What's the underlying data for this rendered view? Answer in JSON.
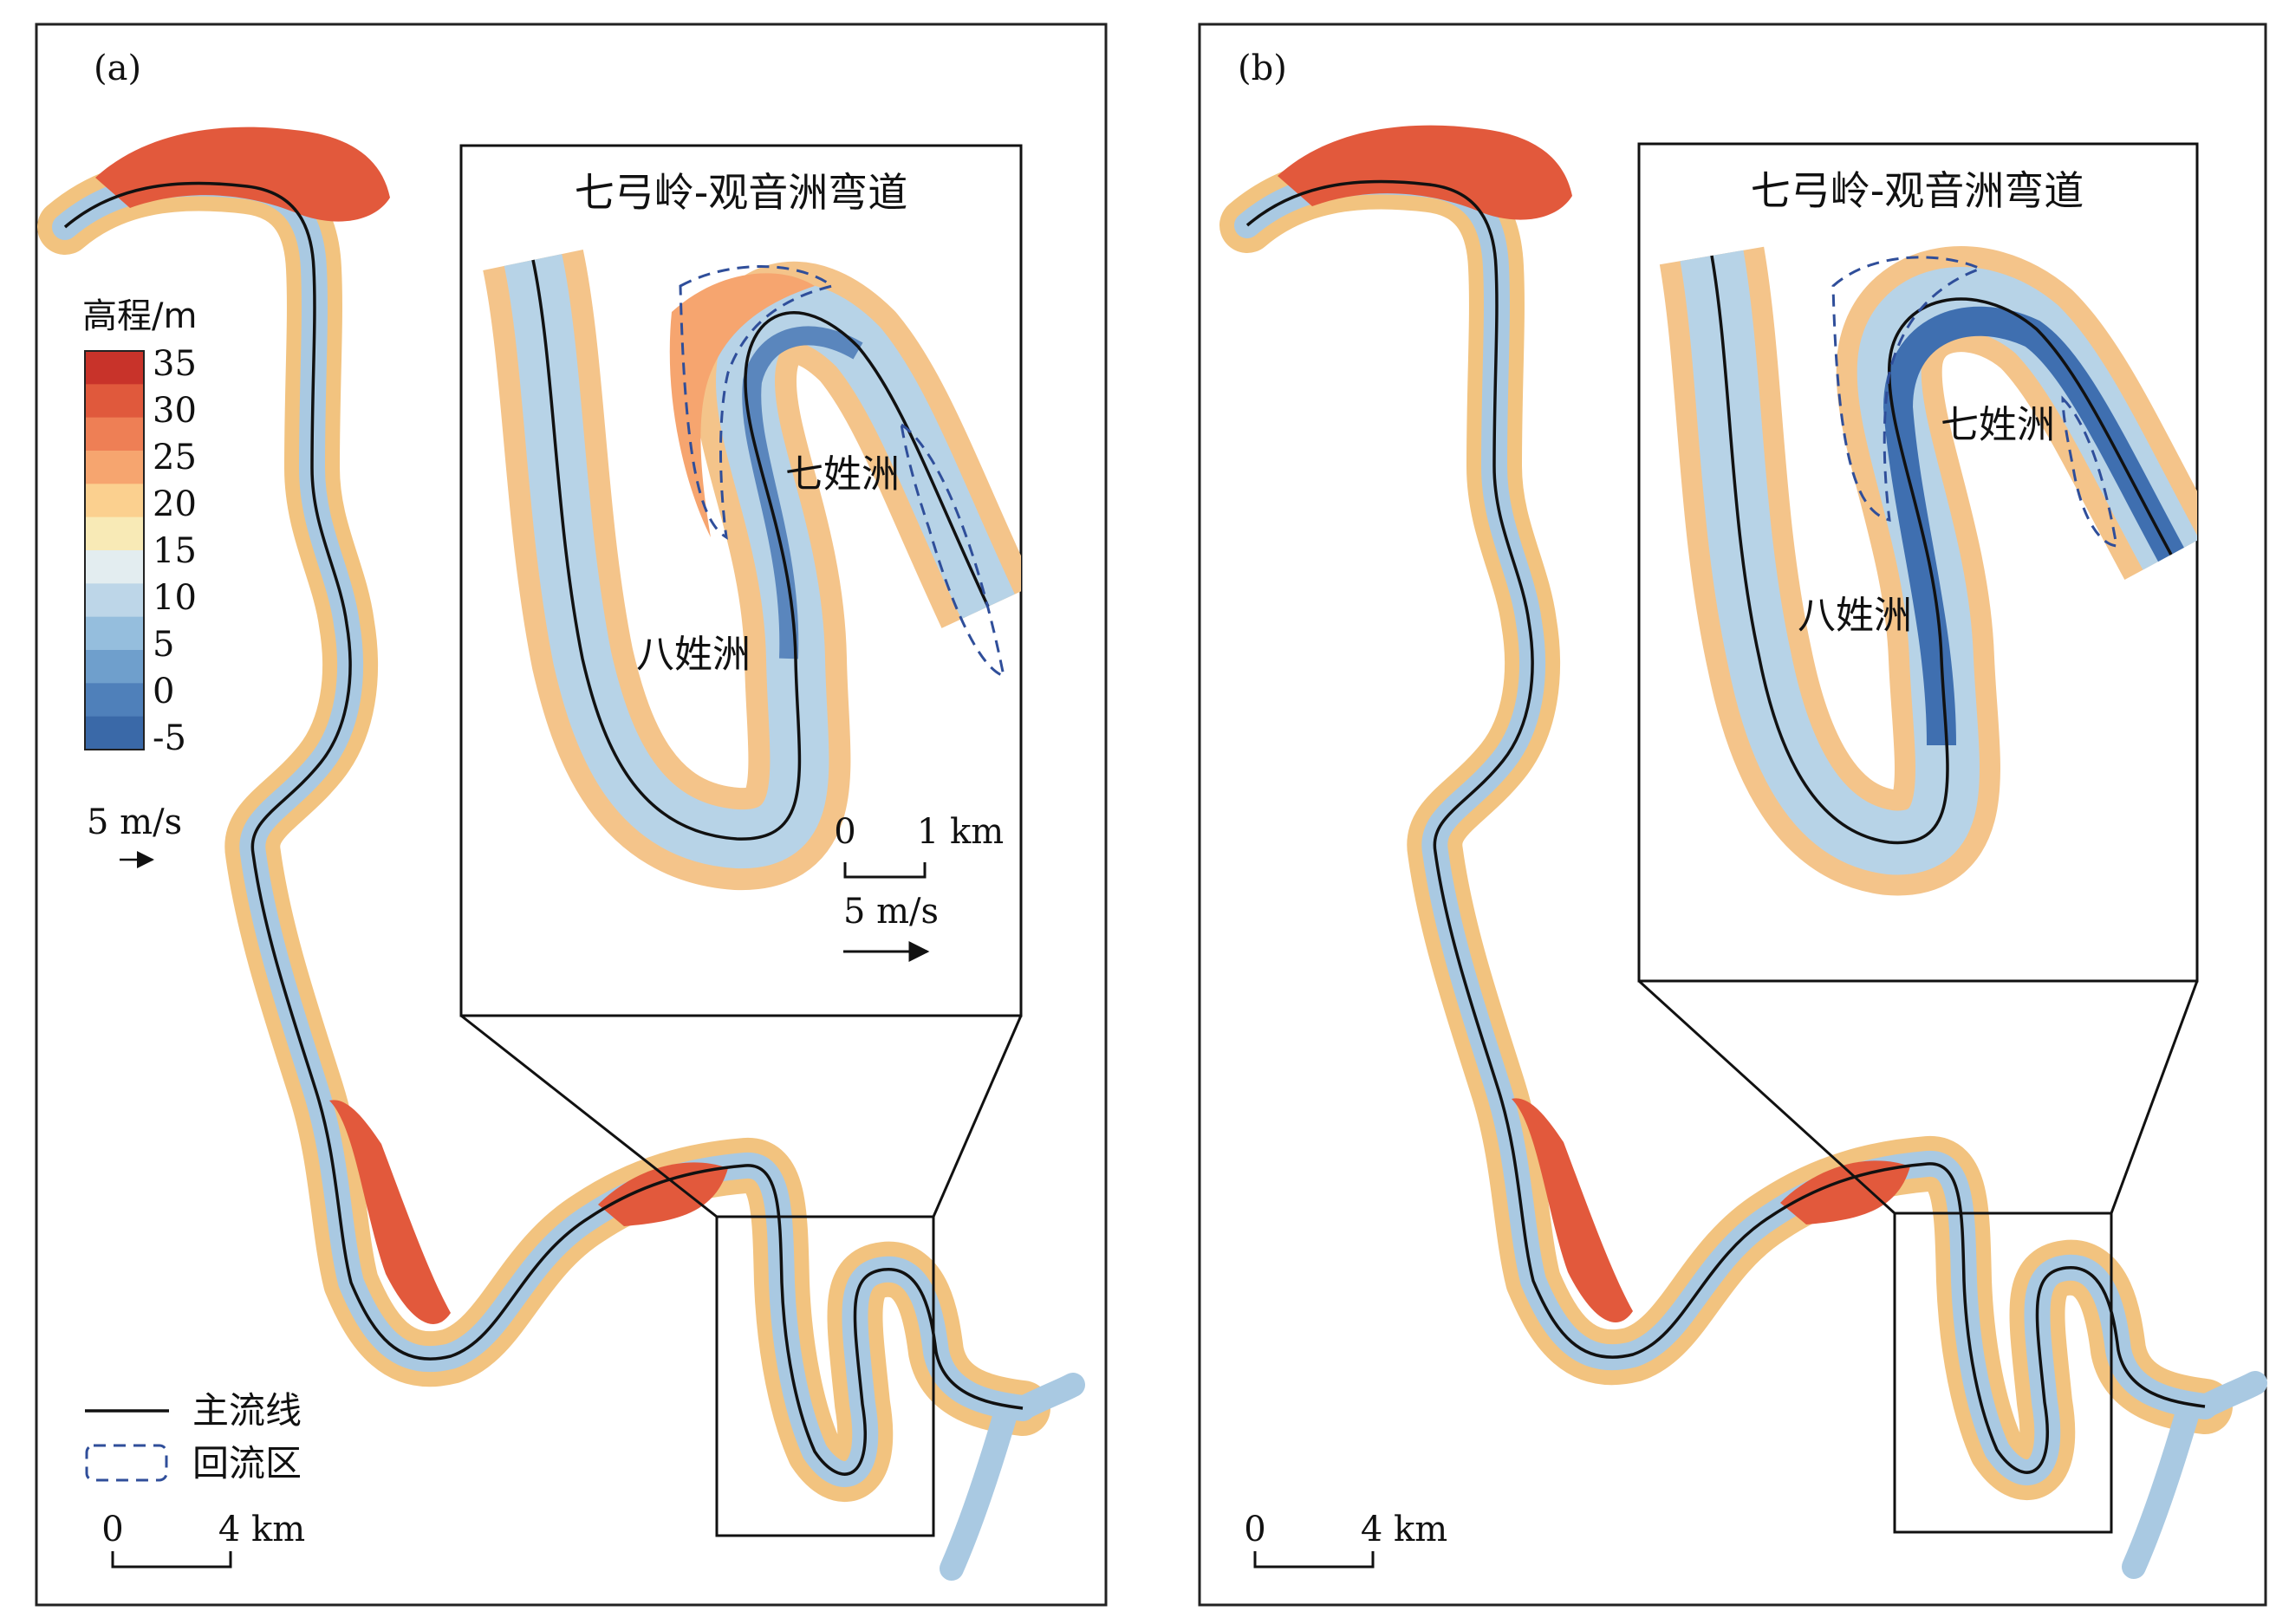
{
  "panels": [
    {
      "label": "(a)",
      "inset_title": "七弓岭-观音洲弯道",
      "inset_labels": {
        "bar_upper": "七姓洲",
        "bar_lower": "八姓洲"
      },
      "inset_scale": {
        "zero": "0",
        "end": "1 km"
      },
      "inset_velocity": "5 m/s",
      "scale": {
        "zero": "0",
        "end": "4 km"
      }
    },
    {
      "label": "(b)",
      "inset_title": "七弓岭-观音洲弯道",
      "inset_labels": {
        "bar_upper": "七姓洲",
        "bar_lower": "八姓洲"
      },
      "scale": {
        "zero": "0",
        "end": "4 km"
      }
    }
  ],
  "legend": {
    "title": "高程/m",
    "ticks": [
      "35",
      "30",
      "25",
      "20",
      "15",
      "10",
      "5",
      "0",
      "-5"
    ],
    "colors": [
      "#c8332a",
      "#e0593c",
      "#ee7f55",
      "#f6a56f",
      "#fbd08f",
      "#f8eab6",
      "#e3edf0",
      "#bdd6e8",
      "#95bedd",
      "#6f9fcc",
      "#4f80ba",
      "#3a69a8"
    ],
    "velocity": "5 m/s",
    "mainline_label": "主流线",
    "recirc_label": "回流区"
  }
}
